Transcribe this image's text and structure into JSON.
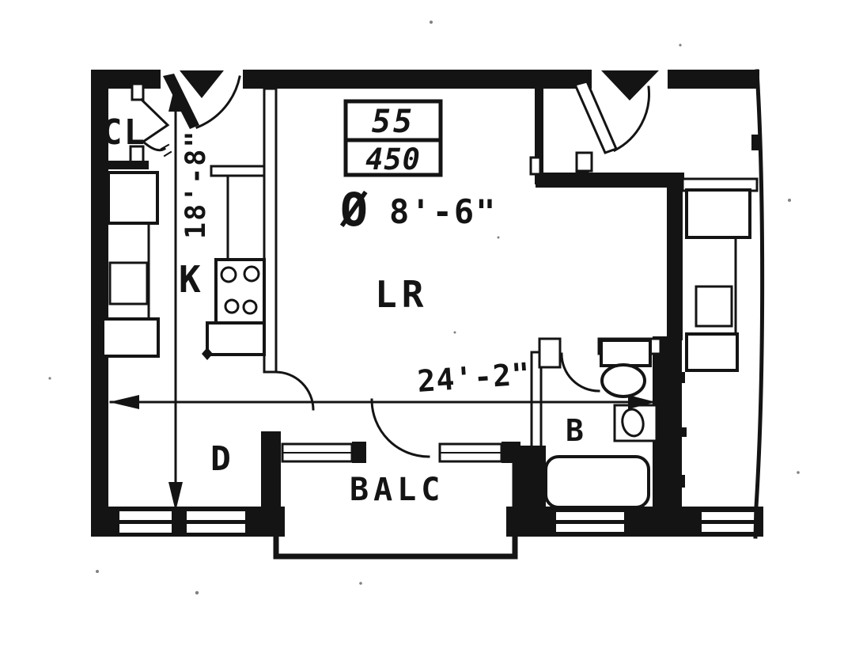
{
  "document": {
    "type": "scanned apartment floor plan",
    "paper_color": "#ffffff",
    "ink_color": "#141414"
  },
  "rooms": {
    "closet": "CL",
    "kitchen": "K",
    "living_room": "LR",
    "dining": "D",
    "bathroom": "B",
    "balcony": "BALC"
  },
  "unit_box": {
    "line1": "55",
    "line2": "450"
  },
  "annotations": {
    "diameter_symbol": "Ø",
    "ceiling_height": "8'-6\"",
    "width_dimension": "24'-2\"",
    "depth_dimension": "18'-8\""
  }
}
